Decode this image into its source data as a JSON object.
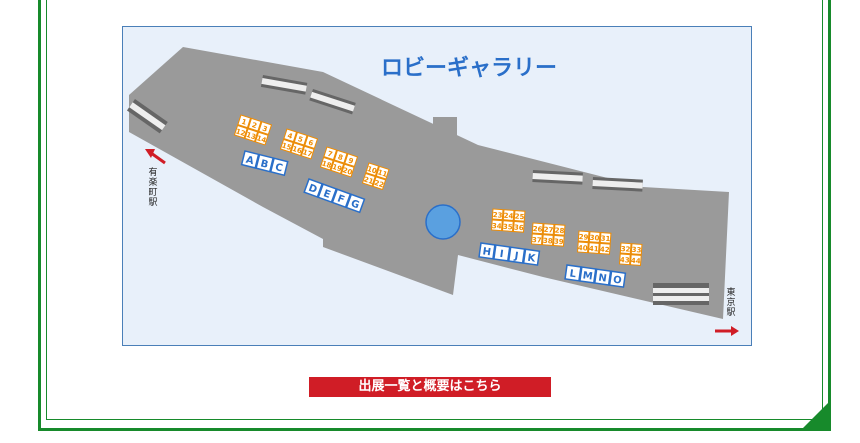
{
  "map": {
    "title": "ロビーギャラリー",
    "station_left": [
      "有",
      "楽",
      "町",
      "駅"
    ],
    "station_right": [
      "東",
      "京",
      "駅"
    ],
    "booths_letter": [
      "A",
      "B",
      "C",
      "D",
      "E",
      "F",
      "G",
      "H",
      "I",
      "J",
      "K",
      "L",
      "M",
      "N",
      "O"
    ],
    "booths_number": [
      "1",
      "2",
      "3",
      "4",
      "5",
      "6",
      "7",
      "8",
      "9",
      "10",
      "11",
      "12",
      "13",
      "14",
      "15",
      "16",
      "17",
      "18",
      "19",
      "20",
      "21",
      "22",
      "23",
      "24",
      "25",
      "26",
      "27",
      "28",
      "29",
      "30",
      "31",
      "32",
      "33",
      "34",
      "35",
      "36",
      "37",
      "38",
      "39",
      "40",
      "41",
      "42",
      "43",
      "44"
    ]
  },
  "cta": {
    "label": "出展一覧と概要はこちら"
  },
  "colors": {
    "frame": "#178a2b",
    "booth_letter": "#2a6fc9",
    "booth_number": "#f08c00",
    "button": "#d01d26",
    "arrow": "#d01d26"
  }
}
